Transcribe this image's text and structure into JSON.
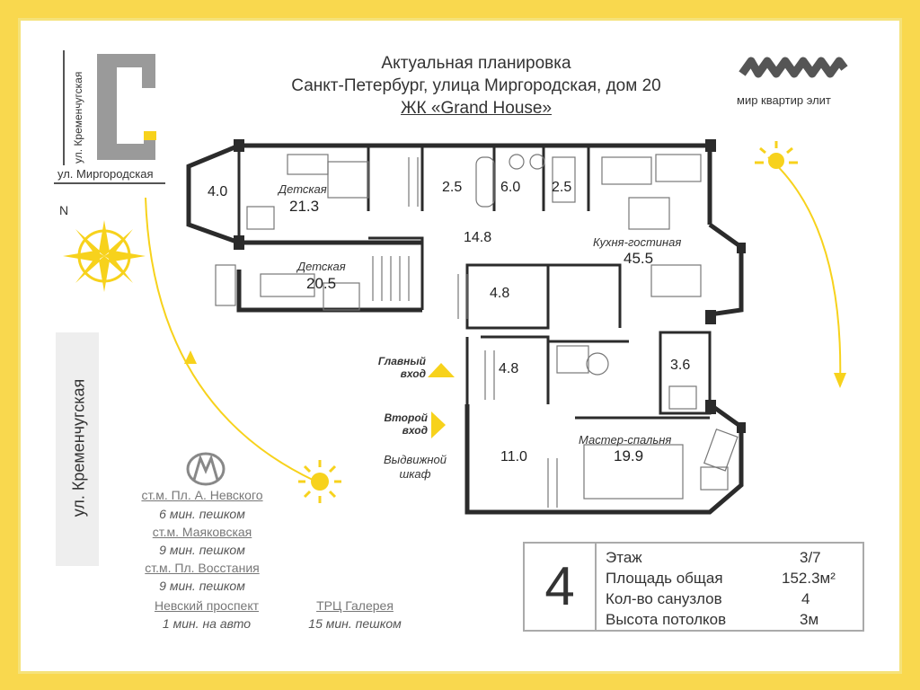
{
  "header": {
    "line1": "Актуальная планировка",
    "line2": "Санкт-Петербург, улица Миргородская, дом 20",
    "line3": "ЖК «Grand House»"
  },
  "logo": {
    "text": "мир квартир элит"
  },
  "location": {
    "street_vertical": "ул. Кременчугская",
    "street_horizontal": "ул. Миргородская",
    "compass_n": "N",
    "street_big": "ул. Кременчугская"
  },
  "rooms": [
    {
      "area": "4.0"
    },
    {
      "name": "Детская",
      "area": "21.3"
    },
    {
      "area": "2.5"
    },
    {
      "area": "6.0"
    },
    {
      "area": "2.5"
    },
    {
      "area": "14.8"
    },
    {
      "name": "Кухня-гостиная",
      "area": "45.5"
    },
    {
      "name": "Детская",
      "area": "20.5"
    },
    {
      "area": "4.8"
    },
    {
      "area": "4.8"
    },
    {
      "area": "3.6"
    },
    {
      "area": "11.0"
    },
    {
      "name": "Мастер-спальня",
      "area": "19.9"
    }
  ],
  "labels": {
    "main_entrance": "Главный\nвход",
    "second_entrance": "Второй\nвход",
    "wardrobe": "Выдвижной\nшкаф"
  },
  "metro": {
    "items": [
      {
        "station": "ст.м. Пл. А. Невского",
        "time": "6 мин. пешком"
      },
      {
        "station": "ст.м. Маяковская",
        "time": "9 мин. пешком"
      },
      {
        "station": "ст.м. Пл. Восстания",
        "time": "9 мин. пешком"
      }
    ],
    "nevsky": {
      "station": "Невский проспект",
      "time": "1 мин. на авто"
    },
    "gallery": {
      "station": "ТРЦ Галерея",
      "time": "15 мин. пешком"
    }
  },
  "info": {
    "rooms_count": "4",
    "rows": [
      {
        "label": "Этаж",
        "value": "3/7"
      },
      {
        "label": "Площадь общая",
        "value": "152.3м²"
      },
      {
        "label": "Кол-во санузлов",
        "value": "4"
      },
      {
        "label": "Высота потолков",
        "value": "3м"
      }
    ]
  },
  "colors": {
    "accent": "#f9d84e",
    "wall": "#2b2b2b",
    "sun": "#f7d21c"
  }
}
